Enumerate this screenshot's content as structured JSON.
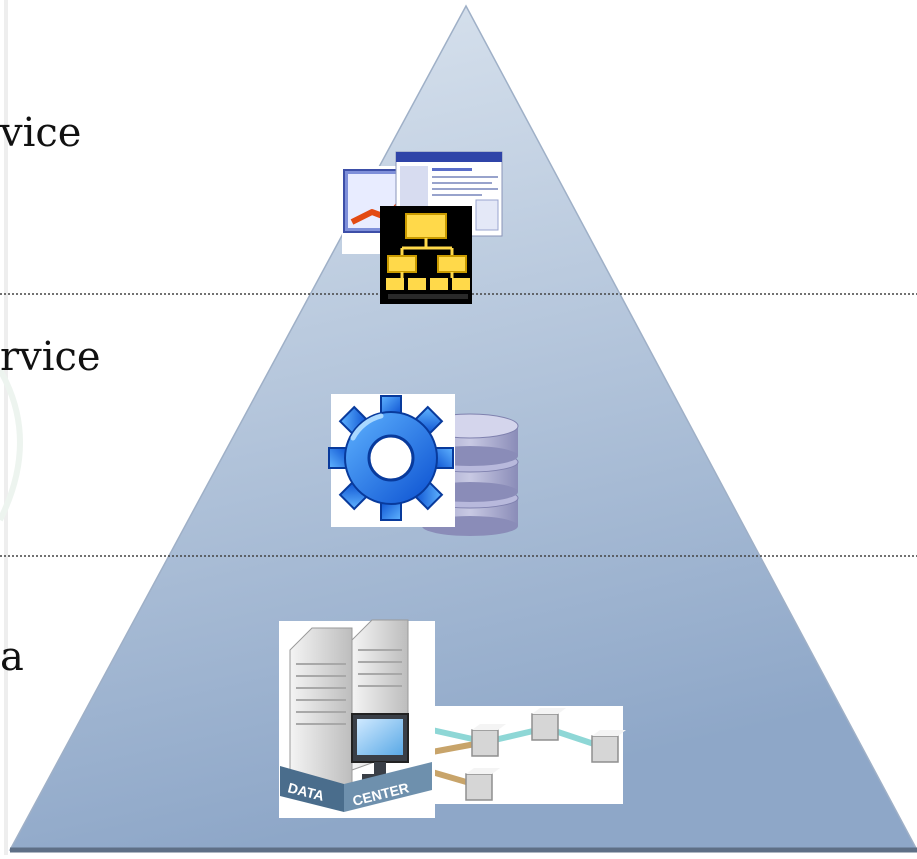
{
  "diagram": {
    "layers": [
      {
        "label": "vice",
        "icons": [
          "chart-arrow-icon",
          "web-page-icon",
          "org-chart-icon"
        ]
      },
      {
        "label": "rvice",
        "icons": [
          "gear-icon",
          "database-icon"
        ]
      },
      {
        "label": "a",
        "icons": [
          "data-center-server-icon",
          "network-nodes-icon"
        ]
      }
    ],
    "icon_text": {
      "data": "DATA",
      "center": "CENTER"
    },
    "colors": {
      "pyramid_top": "#dbe4ef",
      "pyramid_bottom": "#92aacb",
      "pyramid_edge": "#9fb0c7",
      "pyramid_base": "#5e6f86",
      "divider": "#444444"
    }
  }
}
